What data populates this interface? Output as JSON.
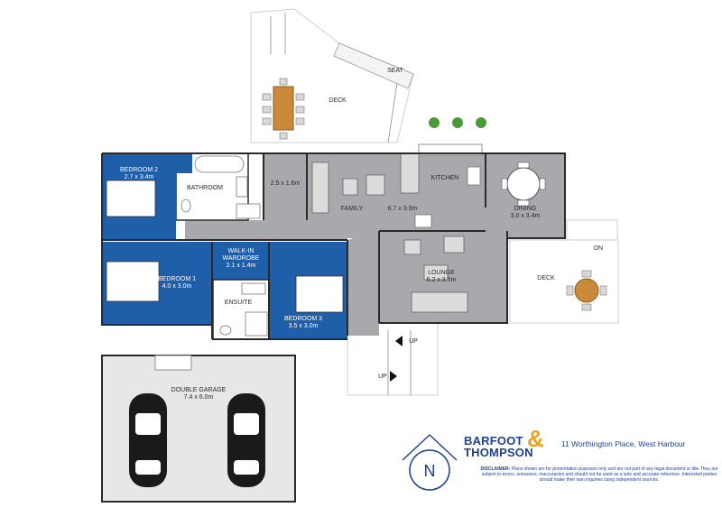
{
  "rooms": {
    "bedroom2": {
      "name": "BEDROOM 2",
      "size": "2.7 x 3.4m"
    },
    "bathroom": {
      "name": "BATHROOM"
    },
    "store": {
      "size": "2.5 x 1.6m"
    },
    "family": {
      "name": "FAMILY",
      "size": "6.7 x 3.9m"
    },
    "kitchen": {
      "name": "KITCHEN"
    },
    "dining": {
      "name": "DINING",
      "size": "3.0 x 3.4m"
    },
    "bedroom1": {
      "name": "BEDROOM 1",
      "size": "4.0 x 3.0m"
    },
    "wardrobe": {
      "name_line1": "WALK-IN",
      "name_line2": "WARDROBE",
      "size": "2.1 x 1.4m"
    },
    "ensuite": {
      "name": "ENSUITE"
    },
    "bedroom3": {
      "name": "BEDROOM 3",
      "size": "3.5 x 3.0m"
    },
    "lounge": {
      "name": "LOUNGE",
      "size": "6.2 x 3.5m"
    },
    "garage": {
      "name": "DOUBLE GARAGE",
      "size": "7.4 x 6.0m"
    }
  },
  "outdoor": {
    "deck_top": "DECK",
    "seat": "SEAT",
    "deck_right": "DECK",
    "dn": "DN",
    "up1": "UP",
    "up2": "UP"
  },
  "compass": {
    "letter": "N"
  },
  "brand": {
    "line1": "BARFOOT",
    "line2": "THOMPSON",
    "amp": "&"
  },
  "address": "11 Worthington Place, West Harbour",
  "disclaimer": {
    "title": "DISCLAIMER:",
    "text": "Plans shown are for presentation purposes only and are not part of any legal document or title.They are subject to errors, omissions, inaccuracies and should not be used as a sole and accurate reference. Interested parties should make their own inquiries using independent sources."
  },
  "colors": {
    "bedroom": "#1f5ea8",
    "living": "#a7a9ac",
    "deck": "#ffffff",
    "garage": "#e6e7e8",
    "brand": "#1f3f8f",
    "accent": "#f0a020"
  }
}
